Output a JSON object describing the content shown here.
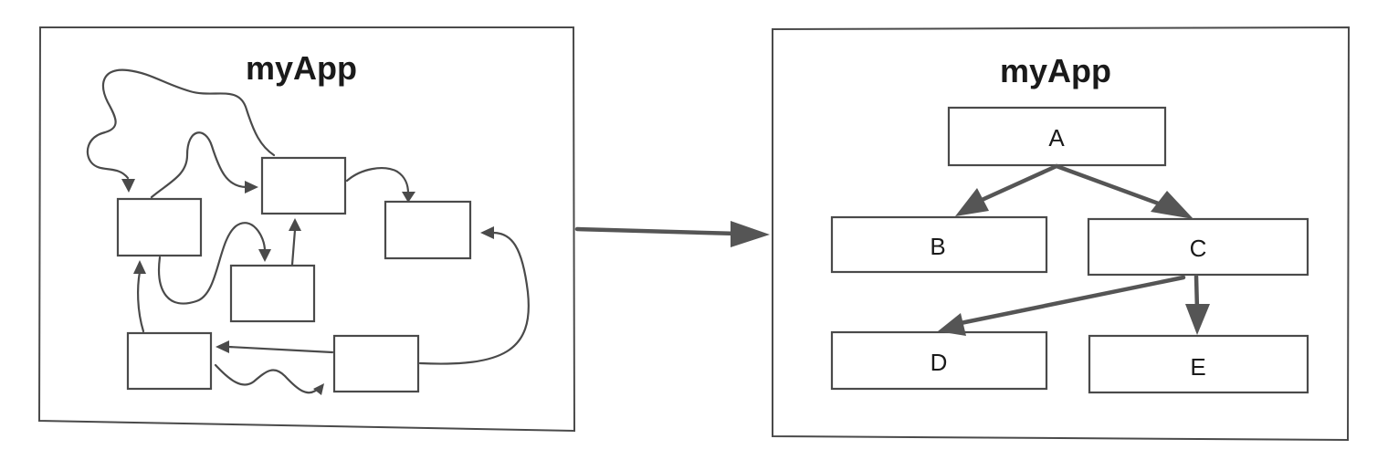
{
  "left_panel": {
    "title": "myApp"
  },
  "right_panel": {
    "title": "myApp",
    "nodes": {
      "a": "A",
      "b": "B",
      "c": "C",
      "d": "D",
      "e": "E"
    }
  },
  "colors": {
    "line": "#4a4a4a",
    "background": "#ffffff"
  }
}
